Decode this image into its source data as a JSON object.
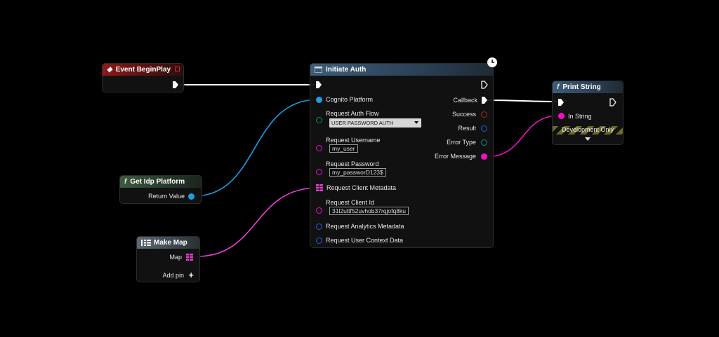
{
  "nodes": {
    "event_begin_play": {
      "title": "Event BeginPlay"
    },
    "get_idp_platform": {
      "title": "Get Idp Platform",
      "return_value": "Return Value"
    },
    "make_map": {
      "title": "Make Map",
      "map": "Map",
      "add_pin": "Add pin"
    },
    "initiate_auth": {
      "title": "Initiate Auth",
      "inputs": {
        "cognito_platform": "Cognito Platform",
        "request_auth_flow": "Request Auth Flow",
        "auth_flow_value": "USER PASSWORD AUTH",
        "request_username": "Request Username",
        "username_value": "my_user",
        "request_password": "Request Password",
        "password_value": "my_passworD123$",
        "request_client_metadata": "Request Client Metadata",
        "request_client_id": "Request Client Id",
        "client_id_value": "31l2uttf52uvhob37rqjofq8ku",
        "request_analytics_metadata": "Request Analytics Metadata",
        "request_user_context_data": "Request User Context Data"
      },
      "outputs": {
        "callback": "Callback",
        "success": "Success",
        "result": "Result",
        "error_type": "Error Type",
        "error_message": "Error Message"
      }
    },
    "print_string": {
      "title": "Print String",
      "in_string": "In String",
      "development_only": "Development Only"
    }
  },
  "colors": {
    "exec": "#ffffff",
    "object_blue": "#1e9ee8",
    "string_magenta": "#f20fc6",
    "map_magenta": "#e93fd6",
    "struct_blue": "#1d63d8",
    "enum_teal": "#0e8a7c",
    "success_red": "#b52020"
  }
}
